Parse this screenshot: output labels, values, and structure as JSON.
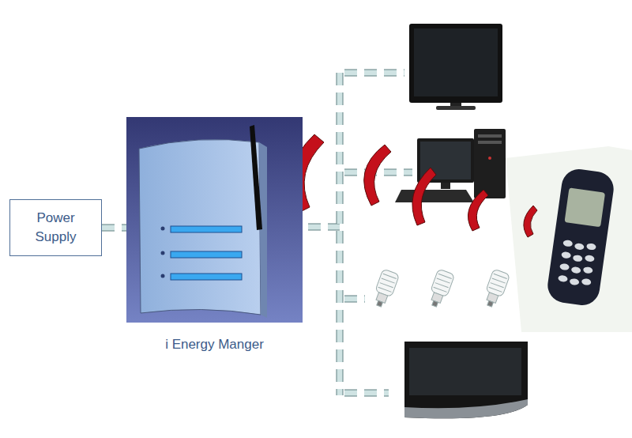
{
  "diagram": {
    "nodes": [
      {
        "text": [
          "Power Supply"
        ]
      },
      {
        "text": [
          "i Energy Manger"
        ]
      }
    ],
    "edges": [
      {
        "from": 0,
        "to": 1,
        "arrow": "none"
      }
    ]
  }
}
